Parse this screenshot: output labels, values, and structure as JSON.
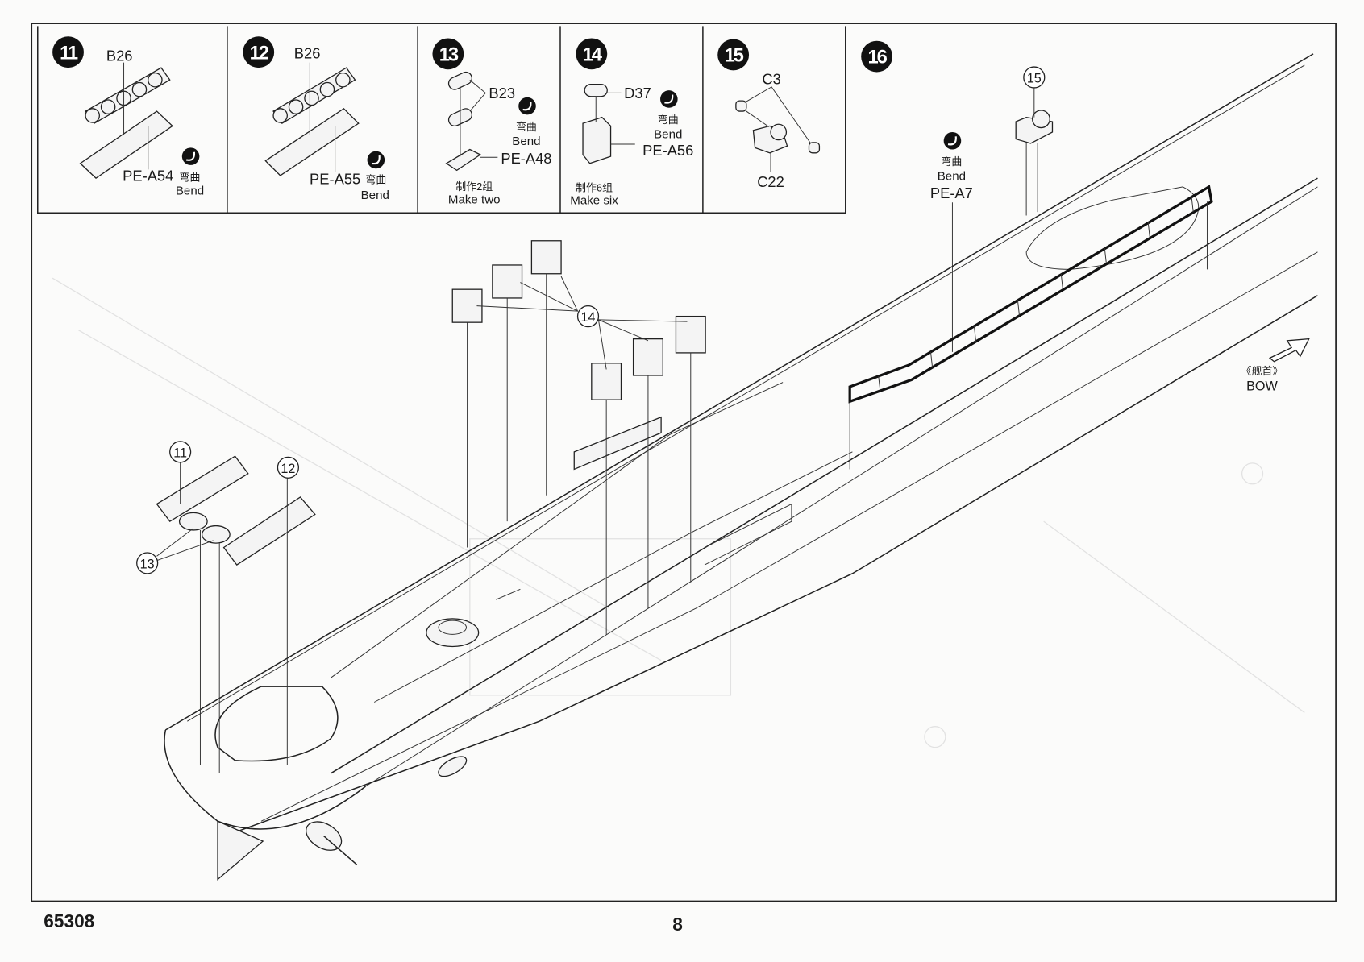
{
  "page": {
    "model_number": "65308",
    "page_number": "8"
  },
  "steps": [
    {
      "number": "11",
      "part": "B26",
      "pe": "PE-A54",
      "bend_cn": "弯曲",
      "bend_en": "Bend"
    },
    {
      "number": "12",
      "part": "B26",
      "pe": "PE-A55",
      "bend_cn": "弯曲",
      "bend_en": "Bend"
    },
    {
      "number": "13",
      "part": "B23",
      "pe": "PE-A48",
      "bend_cn": "弯曲",
      "bend_en": "Bend",
      "qty_cn": "制作2组",
      "qty_en": "Make two"
    },
    {
      "number": "14",
      "part": "D37",
      "pe": "PE-A56",
      "bend_cn": "弯曲",
      "bend_en": "Bend",
      "qty_cn": "制作6组",
      "qty_en": "Make six"
    },
    {
      "number": "15",
      "part_a": "C3",
      "part_b": "C22"
    },
    {
      "number": "16",
      "pe": "PE-A7",
      "bend_cn": "弯曲",
      "bend_en": "Bend",
      "sub_callout": "15"
    }
  ],
  "callouts": {
    "c11": "11",
    "c12": "12",
    "c13": "13",
    "c14": "14"
  },
  "bow": {
    "label_cn": "《舰首》",
    "label_en": "BOW"
  },
  "icons": {
    "bend": "bend-icon",
    "bow_arrow": "bow-arrow-icon"
  }
}
